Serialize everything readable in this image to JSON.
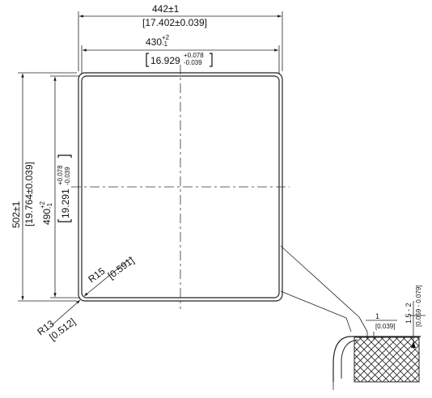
{
  "width_outer": {
    "value": "442±1",
    "inch": "[17.402±0.039]"
  },
  "width_inner": {
    "value": "430",
    "tol_plus": "+2",
    "tol_minus": "-1",
    "inch_value": "16.929",
    "inch_tol_plus": "+0.078",
    "inch_tol_minus": "-0.039"
  },
  "height_outer": {
    "value": "502±1",
    "inch": "[19.764±0.039]"
  },
  "height_inner": {
    "value": "490",
    "tol_plus": "+2",
    "tol_minus": "-1",
    "inch_value": "19.291",
    "inch_tol_plus": "+0.078",
    "inch_tol_minus": "-0.039"
  },
  "radius_inner": {
    "value": "R15",
    "inch": "[0.591]"
  },
  "radius_outer": {
    "value": "R13",
    "inch": "[0.512]"
  },
  "detail_gap": {
    "value": "1",
    "inch": "[0.039]"
  },
  "detail_depth": {
    "value": "1.5 - 2",
    "inch": "[0.059 - 0.079]"
  }
}
